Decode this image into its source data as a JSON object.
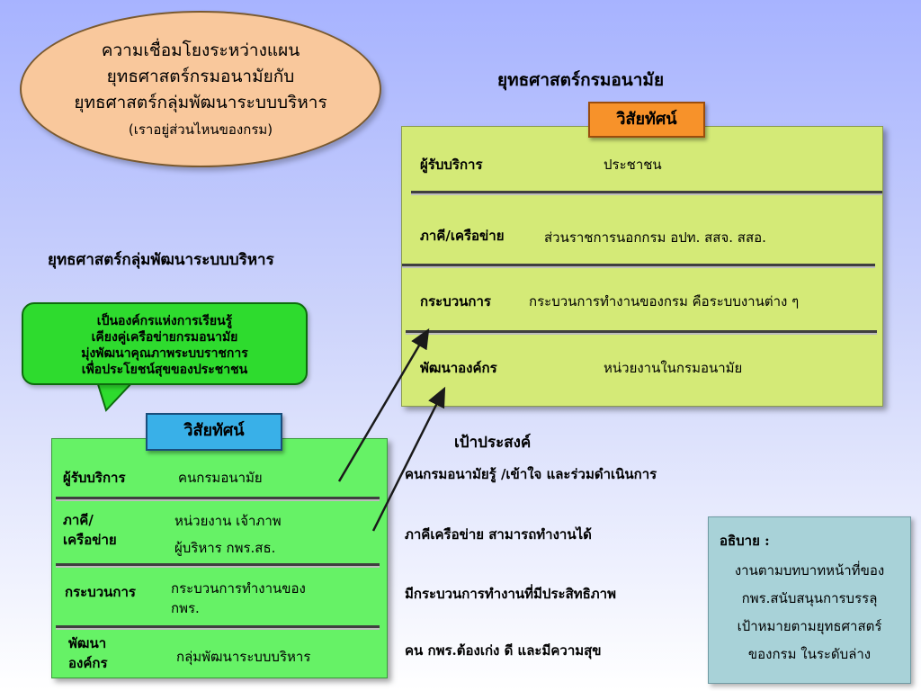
{
  "title_oval": {
    "lines": [
      "ความเชื่อมโยงระหว่างแผน",
      "ยุทธศาสตร์กรมอนามัยกับ",
      "ยุทธศาสตร์กลุ่มพัฒนาระบบบริหาร"
    ],
    "sub": "(เราอยู่ส่วนไหนของกรม)"
  },
  "right_heading": "ยุทธศาสตร์กรมอนามัย",
  "left_heading": "ยุทธศาสตร์กลุ่มพัฒนาระบบบริหาร",
  "callout": {
    "lines": [
      "เป็นองค์กรแห่งการเรียนรู้",
      "เคียงคู่เครือข่ายกรมอนามัย",
      "มุ่งพัฒนาคุณภาพระบบราชการ",
      "เพื่อประโยชน์สุขของประชาชน"
    ]
  },
  "right_vision": {
    "tag": "วิสัยทัศน์",
    "rows": [
      {
        "label": "ผู้รับบริการ",
        "value": "ประชาชน"
      },
      {
        "label": "ภาคี/เครือข่าย",
        "value": "ส่วนราชการนอกกรม อปท. สสจ. สสอ."
      },
      {
        "label": "กระบวนการ",
        "value": "กระบวนการทำงานของกรม คือระบบงานต่าง ๆ"
      },
      {
        "label": "พัฒนาองค์กร",
        "value": "หน่วยงานในกรมอนามัย"
      }
    ]
  },
  "left_vision": {
    "tag": "วิสัยทัศน์",
    "rows": [
      {
        "label": "ผู้รับบริการ",
        "value": "คนกรมอนามัย"
      },
      {
        "label_lines": [
          "ภาคี/",
          "เครือข่าย"
        ],
        "value_lines": [
          "หน่วยงาน  เจ้าภาพ",
          "ผู้บริหาร    กพร.สธ."
        ]
      },
      {
        "label": "กระบวนการ",
        "value_lines": [
          "กระบวนการทำงานของ",
          "กพร."
        ]
      },
      {
        "label_lines": [
          "พัฒนา",
          "องค์กร"
        ],
        "value": "กลุ่มพัฒนาระบบบริหาร"
      }
    ]
  },
  "objectives": {
    "heading": "เป้าประสงค์",
    "items": [
      "คนกรมอนามัยรู้ /เข้าใจ และร่วมดำเนินการ",
      "ภาคีเครือข่าย สามารถทำงานได้",
      "มีกระบวนการทำงานที่มีประสิทธิภาพ",
      "คน กพร.ต้องเก่ง ดี และมีความสุข"
    ]
  },
  "explain": {
    "title": "อธิบาย :",
    "lines": [
      "งานตามบทบาทหน้าที่ของ",
      "กพร.สนับสนุนการบรรลุ",
      "เป้าหมายตามยุทธศาสตร์",
      "ของกรม ในระดับล่าง"
    ]
  },
  "colors": {
    "oval": "#f9c89c",
    "callout": "#2edb2e",
    "right_box": "#d4ea77",
    "left_box": "#66f266",
    "right_tag": "#f7922a",
    "left_tag": "#39b0e8",
    "explain_box": "#a8d2d8"
  }
}
